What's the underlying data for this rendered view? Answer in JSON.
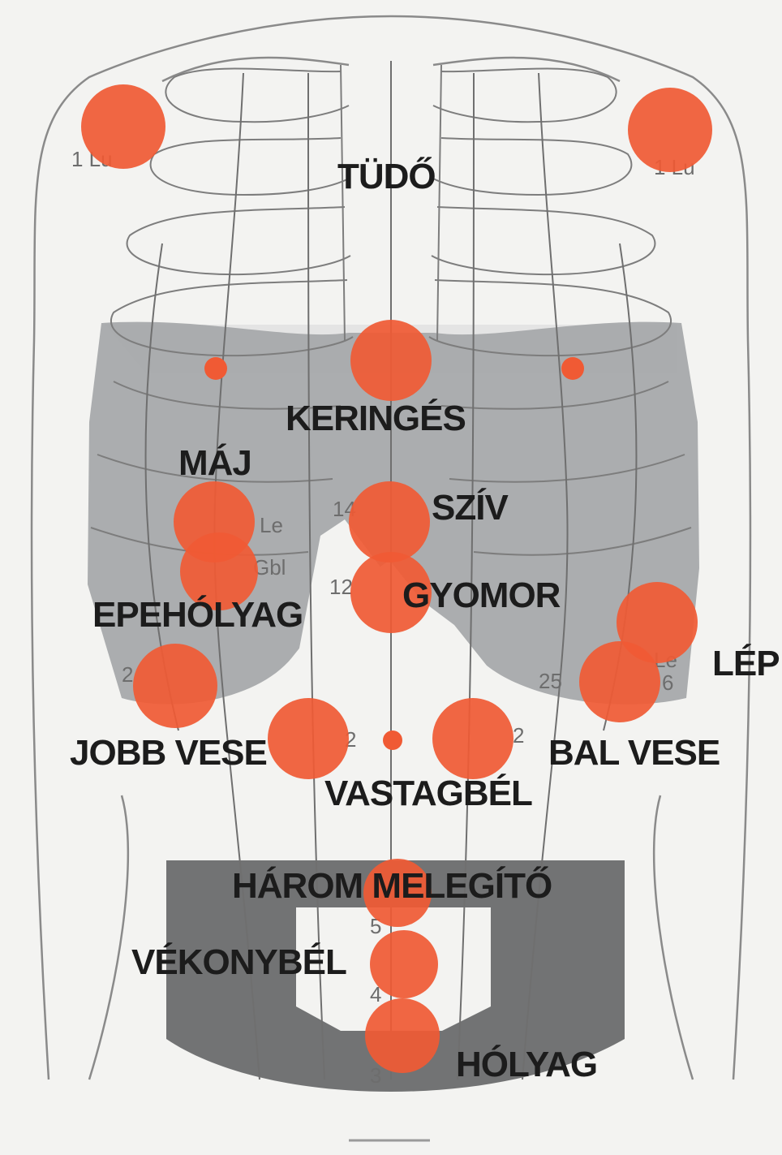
{
  "diagram": {
    "colors": {
      "background": "#f3f3f1",
      "line": "#7a7a7a",
      "dark_zone": "#6f7070",
      "mid_zone": "#9fa1a3",
      "light_zone": "#dcdcdc",
      "point": "#f05a34",
      "label": "#1c1c1c"
    },
    "labels": {
      "tudo": "TÜDŐ",
      "keringes": "KERINGÉS",
      "maj": "MÁJ",
      "sziv": "SZÍV",
      "gyomor": "GYOMOR",
      "epeholyag": "EPEHÓLYAG",
      "lep": "LÉP",
      "jobb_vese": "JOBB VESE",
      "bal_vese": "BAL VESE",
      "vastagbel": "VASTAGBÉL",
      "harom_melegito": "HÁROM MELEGÍTŐ",
      "vekonybel": "VÉKONYBÉL",
      "holyag": "HÓLYAG"
    },
    "point_codes": {
      "lu_right": "1 Lu",
      "lu_left": "1 Lu",
      "liv": "14",
      "le_right": "Le",
      "gbl": "Gbl",
      "cv12": "12",
      "st25_right": "2",
      "st25_left": "25",
      "le_left": "Le",
      "gb_left": "6",
      "st_right_small": "2",
      "st_left_small": "2",
      "cv5": "5",
      "cv4": "4",
      "cv3": "3"
    }
  }
}
